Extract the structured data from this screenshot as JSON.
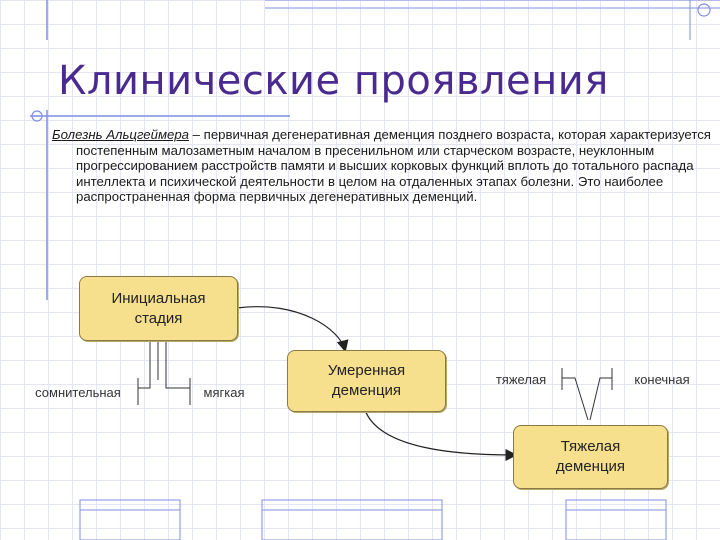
{
  "title": "Клинические проявления",
  "paragraph": {
    "term": "Болезнь Альцгеймера",
    "text": " – первичная дегенеративная деменция позднего возраста, которая характеризуется постепенным малозаметным началом в пресенильном или старческом возрасте, неуклонным прогрессированием расстройств памяти и высших корковых функций вплоть до тотального распада интеллекта и психической деятельности в целом на отдаленных этапах болезни. Это наиболее распространенная форма первичных дегенеративных деменций."
  },
  "stages": {
    "initial": [
      "Инициальная",
      "стадия"
    ],
    "moderate": [
      "Умеренная",
      "деменция"
    ],
    "severe": [
      "Тяжелая",
      "деменция"
    ]
  },
  "sublabels": {
    "doubtful": "сомнительная",
    "mild": "мягкая",
    "heavy": "тяжелая",
    "terminal": "конечная"
  },
  "colors": {
    "title": "#4b2a8f",
    "box_fill": "#f6e08e",
    "accent_lines": "#6f7fd8"
  }
}
